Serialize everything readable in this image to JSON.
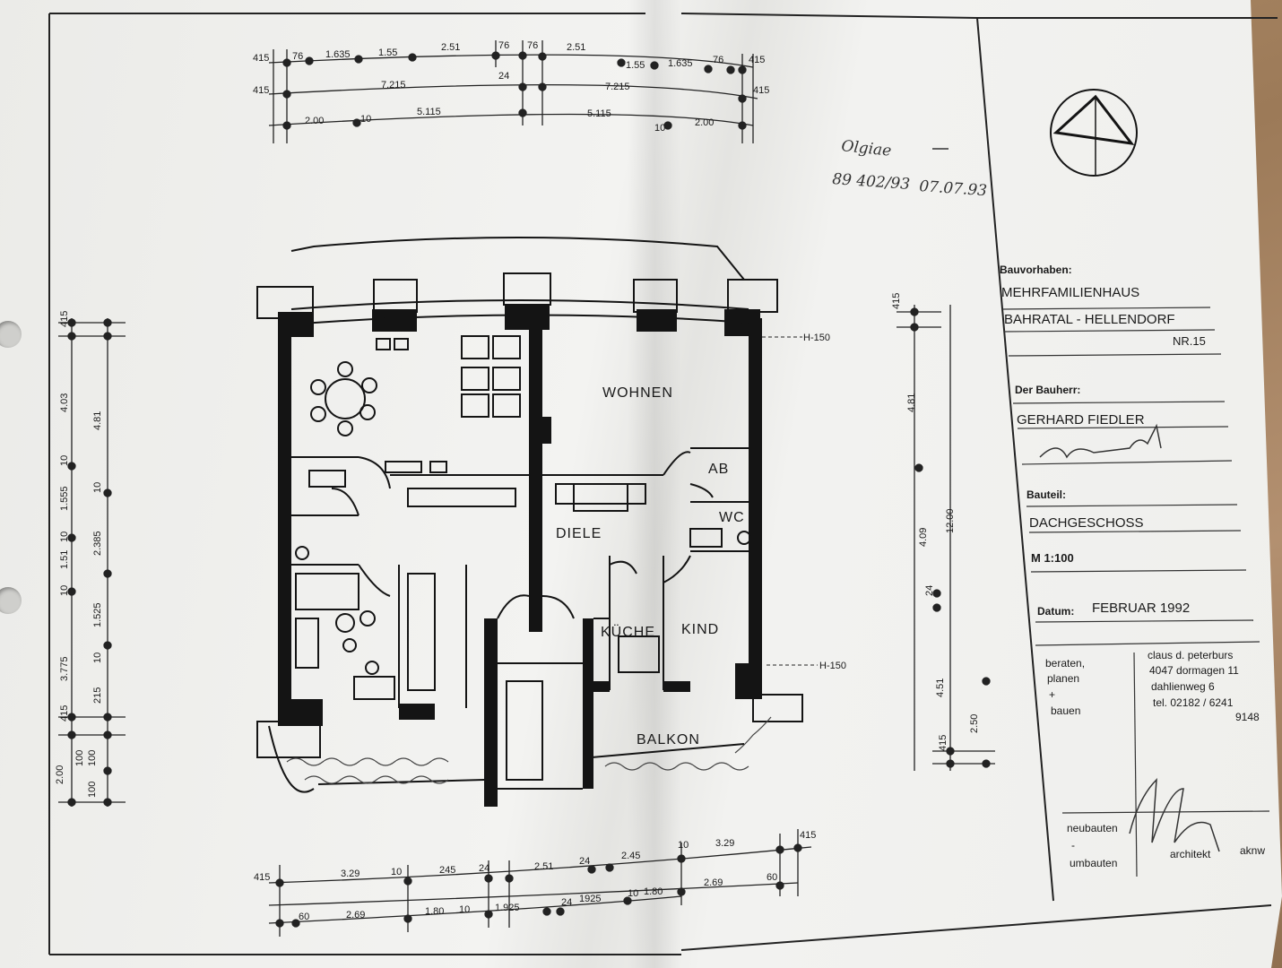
{
  "dimensions_top": {
    "row1": [
      "415",
      "76",
      "1.635",
      "1.55",
      "2.51",
      "76",
      "76",
      "2.51",
      "1.55",
      "1.635",
      "76",
      "415"
    ],
    "row2": [
      "415",
      "7.215",
      "24",
      "7.215",
      "415"
    ],
    "row3": [
      "2.00",
      "10",
      "5.115",
      "5.115",
      "10",
      "2.00"
    ]
  },
  "dimensions_bottom": {
    "row1": [
      "415",
      "3.29",
      "10",
      "245",
      "24",
      "2.51",
      "24",
      "2.45",
      "10",
      "3.29",
      "415"
    ],
    "row2": [
      "2.69",
      "60"
    ],
    "row3": [
      "60",
      "2.69",
      "1.80",
      "10",
      "1.925",
      "24",
      "1925",
      "10",
      "1.80"
    ]
  },
  "dimensions_left": [
    "415",
    "4.03",
    "4.81",
    "10",
    "10",
    "1.555",
    "10",
    "2.385",
    "1.51",
    "10",
    "1.525",
    "3.775",
    "10",
    "215",
    "415",
    "2.00",
    "100",
    "100",
    "100"
  ],
  "dimensions_right": [
    "415",
    "4.81",
    "12.00",
    "4.09",
    "24",
    "4.51",
    "2.50",
    "415"
  ],
  "height_marks": [
    "H-150",
    "H-150"
  ],
  "rooms": {
    "wohnen": "WOHNEN",
    "diele": "DIELE",
    "ab": "AB",
    "wc": "WC",
    "kueche": "KÜCHE",
    "kind": "KIND",
    "balkon": "BALKON"
  },
  "handwriting": {
    "line1": "Olgiae",
    "line2": "89 402/93",
    "line3": "07.07.93"
  },
  "title_block": {
    "project_label": "Bauvorhaben:",
    "project_line1": "MEHRFAMILIENHAUS",
    "project_line2": "BAHRATAL - HELLENDORF",
    "project_line3": "NR.15",
    "owner_label": "Der Bauherr:",
    "owner_name": "GERHARD  FIEDLER",
    "part_label": "Bauteil:",
    "part_value": "DACHGESCHOSS",
    "scale": "M 1:100",
    "date_label": "Datum:",
    "date_value": "FEBRUAR  1992",
    "services": [
      "beraten,",
      "planen",
      "+",
      "bauen"
    ],
    "architect_lines": [
      "claus d. peterburs",
      "4047 dormagen 11",
      "dahlienweg  6",
      "tel.  02182 / 6241",
      "9148"
    ],
    "footer_services": [
      "neubauten",
      "-",
      "umbauten"
    ],
    "architect_label": "architekt",
    "association": "aknw"
  },
  "colors": {
    "ink": "#141414",
    "paper": "#efefec",
    "table": "#a88a6a"
  }
}
